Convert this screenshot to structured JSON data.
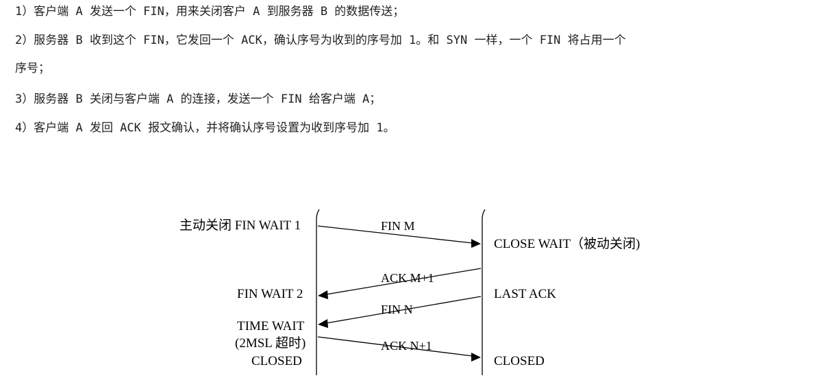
{
  "text_lines": [
    "1）客户端 A 发送一个 FIN，用来关闭客户 A 到服务器 B 的数据传送；",
    "2）服务器 B 收到这个 FIN，它发回一个 ACK，确认序号为收到的序号加 1。和 SYN 一样，一个 FIN 将占用一个",
    "序号；",
    "3）服务器 B 关闭与客户端 A 的连接，发送一个 FIN 给客户端 A；",
    "4）客户端 A 发回 ACK 报文确认，并将确认序号设置为收到序号加 1。"
  ],
  "diagram": {
    "client_states": {
      "fin_wait_1": "主动关闭 FIN WAIT 1",
      "fin_wait_2": "FIN WAIT 2",
      "time_wait": "TIME WAIT",
      "time_wait_note": "(2MSL 超时)",
      "closed": "CLOSED"
    },
    "server_states": {
      "close_wait": "CLOSE WAIT（被动关闭)",
      "last_ack": "LAST ACK",
      "closed": "CLOSED"
    },
    "messages": {
      "fin_m": "FIN M",
      "ack_m1": "ACK M+1",
      "fin_n": "FIN N",
      "ack_n1": "ACK N+1"
    }
  }
}
